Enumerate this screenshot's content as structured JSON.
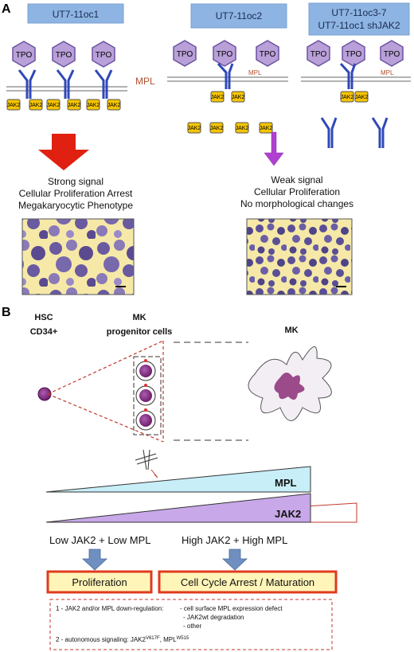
{
  "panelA": {
    "label": "A",
    "groups": [
      {
        "title": "UT7-11oc1"
      },
      {
        "title": "UT7-11oc2"
      },
      {
        "title_line1": "UT7-11oc3-7",
        "title_line2": "UT7-11oc1 shJAK2"
      }
    ],
    "tpo_label": "TPO",
    "jak2_label": "JAK2",
    "mpl_label": "MPL",
    "outcome_strong": [
      "Strong signal",
      "Cellular Proliferation Arrest",
      "Megakaryocytic Phenotype"
    ],
    "outcome_weak": [
      "Weak signal",
      "Cellular Proliferation",
      "No morphological changes"
    ],
    "colors": {
      "title_box": "#8db4e2",
      "tpo": "#b9a0d8",
      "jak2": "#f5c400",
      "receptor": "#2f48b8",
      "strong_arrow": "#e02010",
      "weak_arrow": "#b040d0"
    }
  },
  "panelB": {
    "label": "B",
    "hsc_label": [
      "HSC",
      "CD34+"
    ],
    "mk_prog_label": [
      "MK",
      "progenitor cells"
    ],
    "mk_label": "MK",
    "mpl_bar_label": "MPL",
    "jak2_bar_label": "JAK2",
    "low_label": "Low JAK2 + Low MPL",
    "high_label": "High JAK2 + High MPL",
    "proliferation": "Proliferation",
    "arrest": "Cell Cycle Arrest / Maturation",
    "notes": {
      "n1": "1 - JAK2 and/or MPL down-regulation:",
      "n1a": "- cell surface  MPL expression defect",
      "n1b": "- JAK2wt degradation",
      "n1c": "- other",
      "n2_prefix": "2 -  autonomous signaling: JAK2",
      "n2_sup1": "V617F",
      "n2_mid": ", MPL",
      "n2_sup2": "W515"
    },
    "colors": {
      "mpl_bar": "#c8eef8",
      "jak2_bar": "#c8a8e8",
      "cell": "#8a2b8a",
      "mk_cell": "#f2eef4",
      "result_box": "#fff5b8",
      "result_border": "#e03a1e",
      "down_arrow": "#6f8fc0"
    }
  }
}
